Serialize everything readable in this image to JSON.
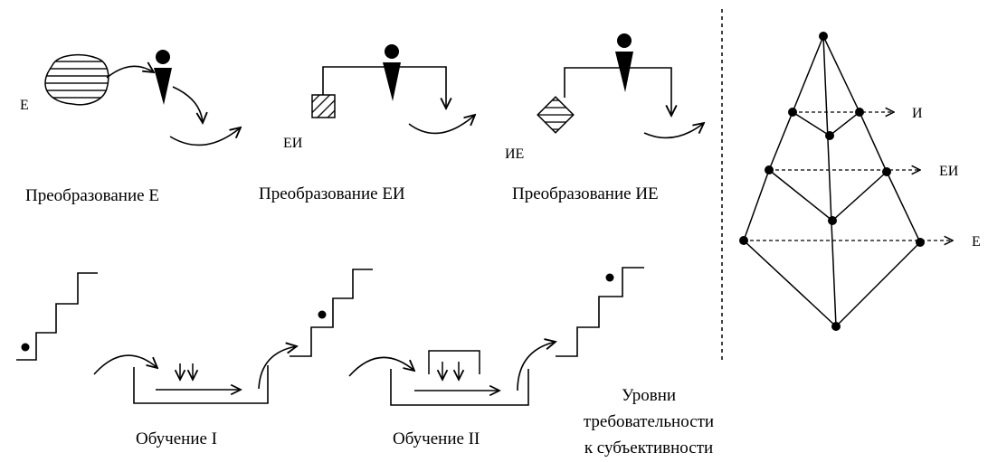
{
  "transformations": {
    "e": {
      "letter": "Е",
      "caption": "Преобразование Е"
    },
    "ei": {
      "letter": "ЕИ",
      "caption": "Преобразование ЕИ"
    },
    "ie": {
      "letter": "ИЕ",
      "caption": "Преобразование ИЕ"
    }
  },
  "learning": {
    "one": {
      "caption": "Обучение I"
    },
    "two": {
      "caption": "Обучение II"
    }
  },
  "pyramid": {
    "levels": [
      "И",
      "ЕИ",
      "Е"
    ],
    "caption_lines": [
      "Уровни",
      "требовательности",
      "к субъективности"
    ]
  }
}
